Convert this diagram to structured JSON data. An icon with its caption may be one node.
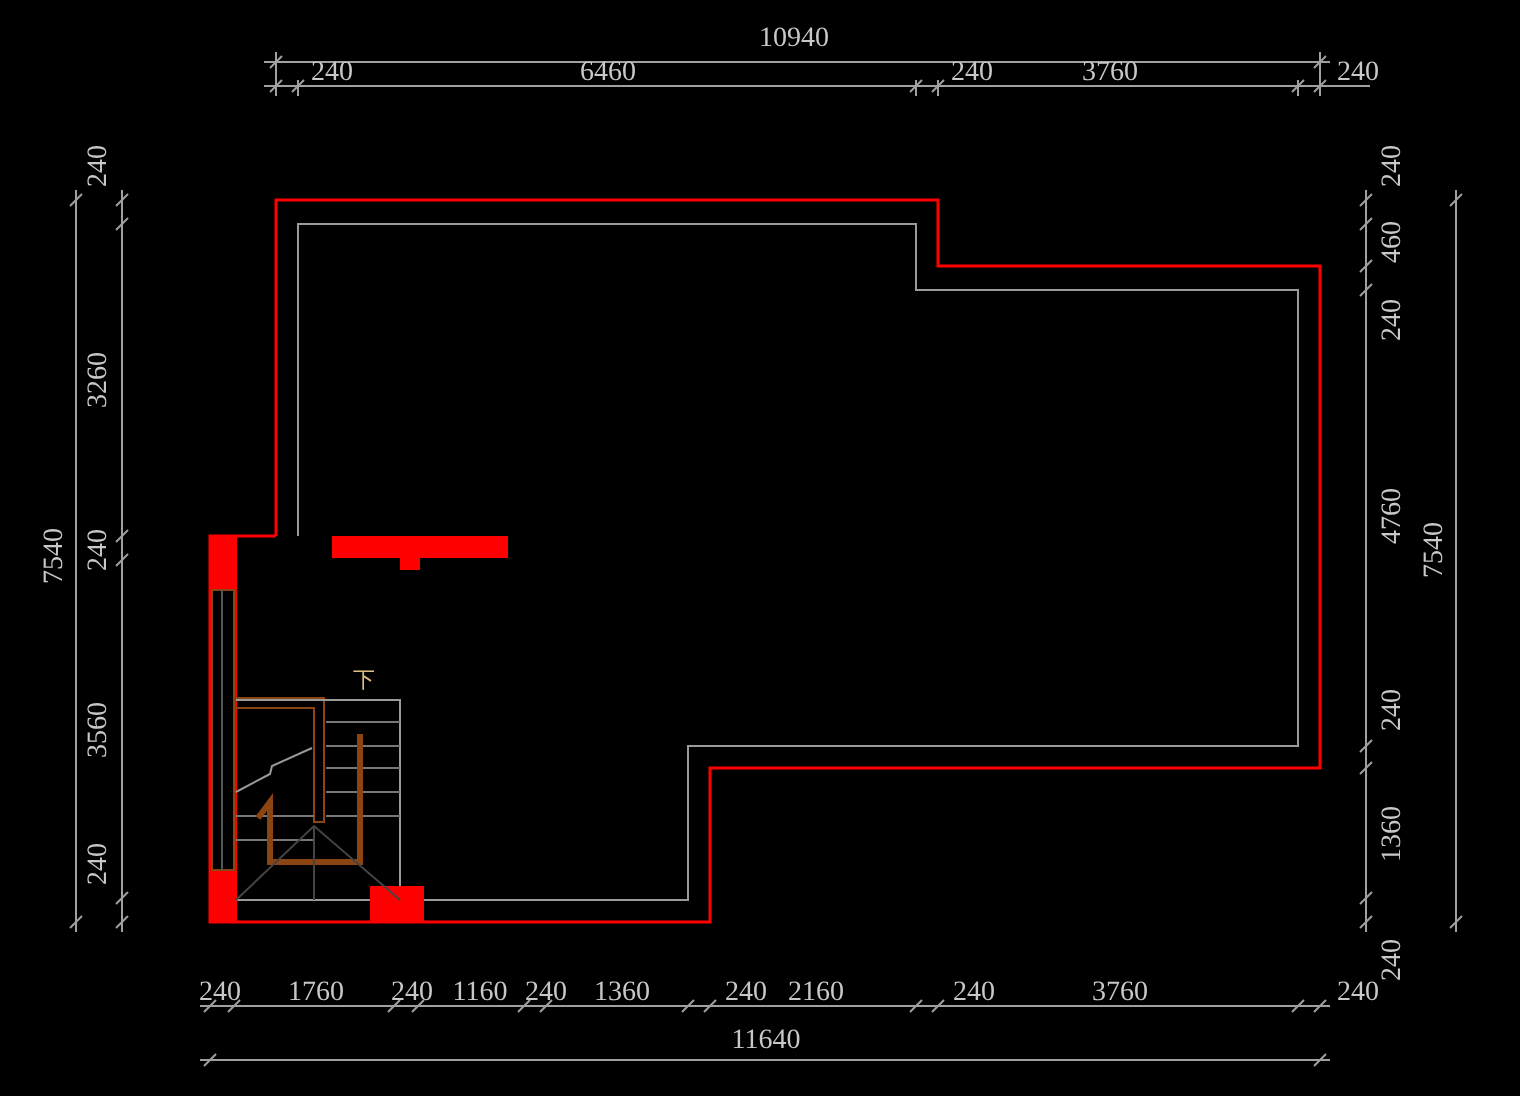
{
  "diagram": {
    "labels": [
      "10940",
      "240",
      "6460",
      "240",
      "3760",
      "240",
      "240",
      "3260",
      "7540",
      "240",
      "3560",
      "240",
      "240",
      "460",
      "240",
      "4760",
      "7540",
      "240",
      "1360",
      "240",
      "下",
      "240",
      "1760",
      "240",
      "1160",
      "240",
      "1360",
      "240",
      "2160",
      "240",
      "3760",
      "240",
      "11640"
    ]
  }
}
